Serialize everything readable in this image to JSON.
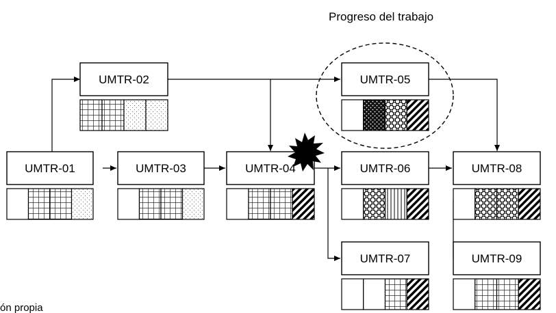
{
  "diagram": {
    "caption": "Progreso del trabajo",
    "footer": "ón propia",
    "nodes": [
      {
        "id": "UMTR-01",
        "label": "UMTR-01",
        "status": [
          "blank",
          "grid",
          "grid",
          "dots"
        ]
      },
      {
        "id": "UMTR-02",
        "label": "UMTR-02",
        "status": [
          "grid",
          "grid",
          "dots",
          "dots"
        ]
      },
      {
        "id": "UMTR-03",
        "label": "UMTR-03",
        "status": [
          "blank",
          "grid",
          "grid",
          "dots"
        ]
      },
      {
        "id": "UMTR-04",
        "label": "UMTR-04",
        "status": [
          "blank",
          "grid",
          "grid",
          "hatch"
        ]
      },
      {
        "id": "UMTR-05",
        "label": "UMTR-05",
        "status": [
          "blank",
          "dark",
          "circles",
          "hatch"
        ]
      },
      {
        "id": "UMTR-06",
        "label": "UMTR-06",
        "status": [
          "blank",
          "circles",
          "vlines",
          "hatch"
        ]
      },
      {
        "id": "UMTR-07",
        "label": "UMTR-07",
        "status": [
          "blank",
          "blank",
          "grid",
          "hatch"
        ]
      },
      {
        "id": "UMTR-08",
        "label": "UMTR-08",
        "status": [
          "blank",
          "circles",
          "circles",
          "hatch"
        ]
      },
      {
        "id": "UMTR-09",
        "label": "UMTR-09",
        "status": [
          "blank",
          "grid",
          "grid",
          "hatch"
        ]
      }
    ],
    "edges": [
      {
        "from": "UMTR-01",
        "to": "UMTR-02"
      },
      {
        "from": "UMTR-01",
        "to": "UMTR-03"
      },
      {
        "from": "UMTR-02",
        "to": "UMTR-04"
      },
      {
        "from": "UMTR-02",
        "to": "UMTR-05"
      },
      {
        "from": "UMTR-03",
        "to": "UMTR-04"
      },
      {
        "from": "UMTR-04",
        "to": "UMTR-06"
      },
      {
        "from": "UMTR-04",
        "to": "UMTR-07"
      },
      {
        "from": "UMTR-05",
        "to": "UMTR-08"
      },
      {
        "from": "UMTR-06",
        "to": "UMTR-08"
      },
      {
        "from": "UMTR-08",
        "to": "UMTR-09"
      }
    ],
    "highlight": "UMTR-05",
    "alert_node": "UMTR-04"
  }
}
